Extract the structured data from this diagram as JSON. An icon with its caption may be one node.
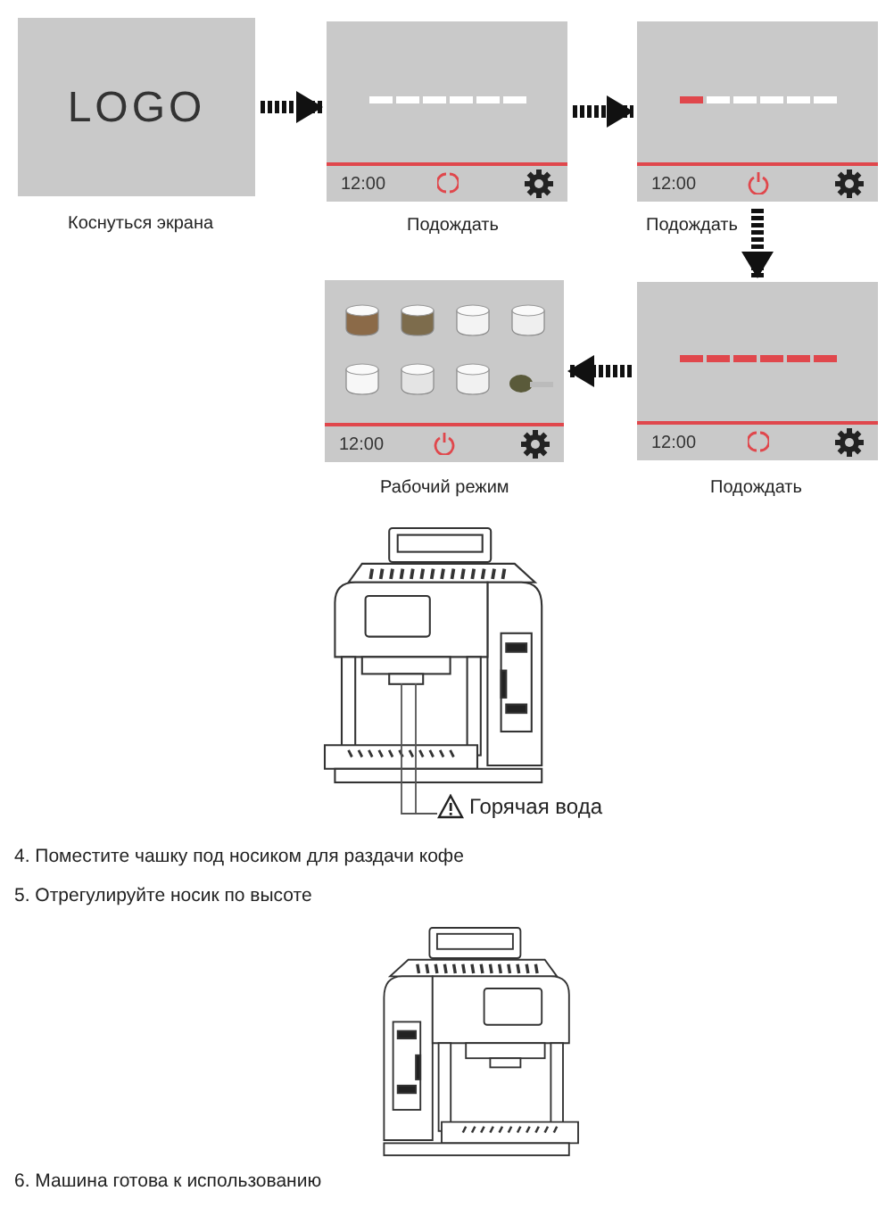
{
  "diagram": {
    "nodes": [
      {
        "text": [
          "LOGO"
        ],
        "beside": [
          "Коснуться экрана"
        ]
      },
      {
        "text": [
          "12:00"
        ],
        "beside": [
          "Подождать"
        ]
      },
      {
        "text": [
          "12:00"
        ],
        "beside": [
          "Подождать"
        ]
      },
      {
        "text": [
          "12:00"
        ],
        "beside": [
          "Рабочий режим"
        ]
      },
      {
        "text": [
          "12:00"
        ],
        "beside": [
          "Подождать"
        ]
      },
      {
        "text": [
          "Горячая вода"
        ]
      }
    ],
    "edges": [
      {
        "from": 0,
        "to": 1,
        "arrow": "to",
        "style": "dashed"
      },
      {
        "from": 1,
        "to": 2,
        "arrow": "to",
        "style": "dashed"
      },
      {
        "from": 2,
        "to": 4,
        "arrow": "to",
        "style": "dashed"
      },
      {
        "from": 4,
        "to": 3,
        "arrow": "to",
        "style": "dashed"
      },
      {
        "from": 5,
        "to": null,
        "arrow": "none"
      },
      {
        "from": 5,
        "to": null,
        "arrow": "none"
      }
    ],
    "labels": [
      "4. Поместите чашку под носиком для раздачи кофе",
      "5. Отрегулируйте носик по высоте",
      "6. Машина готова к использованию"
    ]
  }
}
